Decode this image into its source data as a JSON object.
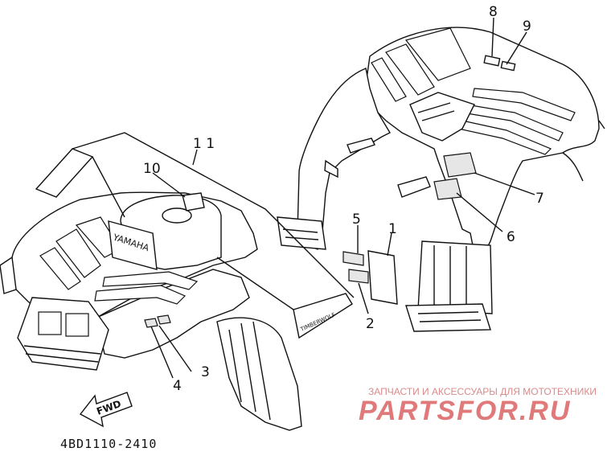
{
  "diagram": {
    "part_code": "4BD1110-2410",
    "fwd_label": "FWD",
    "tank_brand": "YAMAHA",
    "decal_brand": "TIMBERWOLF",
    "callouts": [
      {
        "id": "c1",
        "label": "1"
      },
      {
        "id": "c2",
        "label": "2"
      },
      {
        "id": "c3",
        "label": "3"
      },
      {
        "id": "c4",
        "label": "4"
      },
      {
        "id": "c5",
        "label": "5"
      },
      {
        "id": "c6",
        "label": "6"
      },
      {
        "id": "c7",
        "label": "7"
      },
      {
        "id": "c8",
        "label": "8"
      },
      {
        "id": "c9",
        "label": "9"
      },
      {
        "id": "c10",
        "label": "10"
      },
      {
        "id": "c11",
        "label": "1 1"
      }
    ]
  },
  "watermark": {
    "subtitle": "ЗАПЧАСТИ И АКСЕССУАРЫ ДЛЯ МОТОТЕХНИКИ",
    "brand": "PARTSFOR.RU"
  }
}
